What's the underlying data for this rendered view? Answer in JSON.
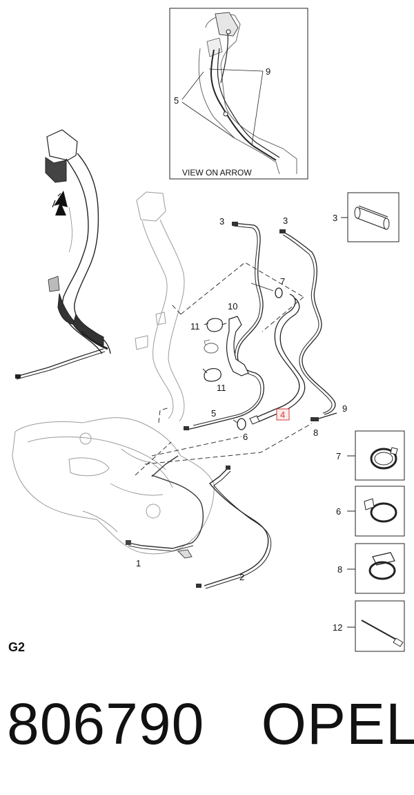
{
  "view_label": "VIEW ON ARROW",
  "callouts": {
    "c1": "1",
    "c2": "2",
    "c3a": "3",
    "c3b": "3",
    "c3c": "3",
    "c4": "4",
    "c5a": "5",
    "c5b": "5",
    "c6a": "6",
    "c6b": "6",
    "c7a": "7",
    "c7b": "7",
    "c8a": "8",
    "c8b": "8",
    "c9a": "9",
    "c9b": "9",
    "c10": "10",
    "c11a": "11",
    "c11b": "11",
    "c12": "12"
  },
  "section_code": "G2",
  "footer": {
    "part_number": "806790",
    "brand": "OPEL"
  },
  "colors": {
    "line": "#222222",
    "highlight": "#d23b3b",
    "dash": "#333333"
  }
}
